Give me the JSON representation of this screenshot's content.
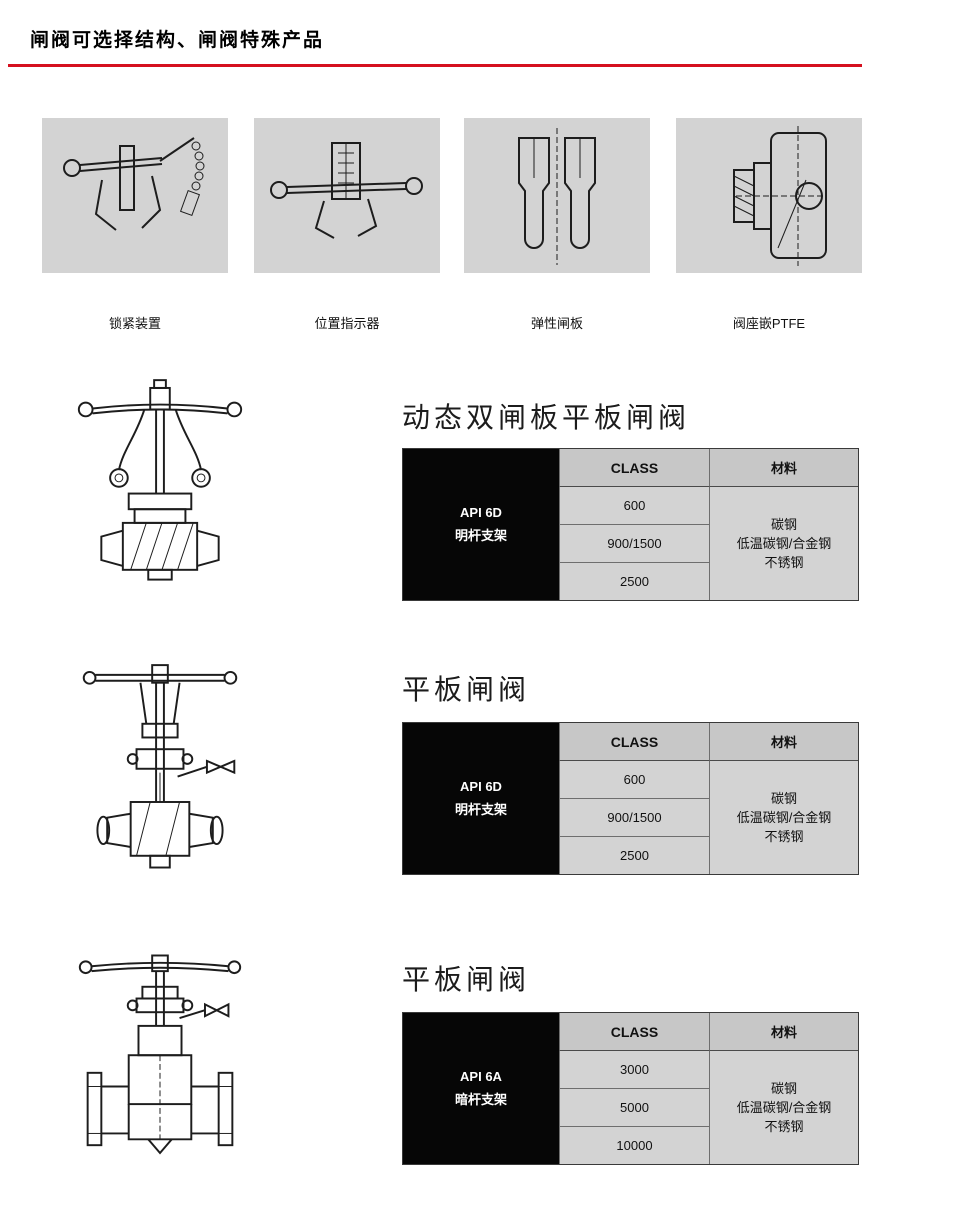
{
  "header": {
    "title": "闸阀可选择结构、闸阀特殊产品"
  },
  "colors": {
    "accent_red": "#d5101f",
    "panel_gray": "#d3d3d3",
    "table_gray": "#d3d3d3",
    "table_header_gray": "#c7c7c7",
    "spec_block_black": "#060606"
  },
  "features": [
    {
      "label": "锁紧装置"
    },
    {
      "label": "位置指示器"
    },
    {
      "label": "弹性闸板"
    },
    {
      "label": "阀座嵌PTFE"
    }
  ],
  "sections": [
    {
      "title": "动态双闸板平板闸阀",
      "spec": {
        "line1": "API 6D",
        "line2": "明杆支架"
      },
      "class_header": "CLASS",
      "material_header": "材料",
      "classes": [
        "600",
        "900/1500",
        "2500"
      ],
      "materials": [
        "碳钢",
        "低温碳钢/合金钢",
        "不锈钢"
      ]
    },
    {
      "title": "平板闸阀",
      "spec": {
        "line1": "API 6D",
        "line2": "明杆支架"
      },
      "class_header": "CLASS",
      "material_header": "材料",
      "classes": [
        "600",
        "900/1500",
        "2500"
      ],
      "materials": [
        "碳钢",
        "低温碳钢/合金钢",
        "不锈钢"
      ]
    },
    {
      "title": "平板闸阀",
      "spec": {
        "line1": "API 6A",
        "line2": "暗杆支架"
      },
      "class_header": "CLASS",
      "material_header": "材料",
      "classes": [
        "3000",
        "5000",
        "10000"
      ],
      "materials": [
        "碳钢",
        "低温碳钢/合金钢",
        "不锈钢"
      ]
    }
  ]
}
